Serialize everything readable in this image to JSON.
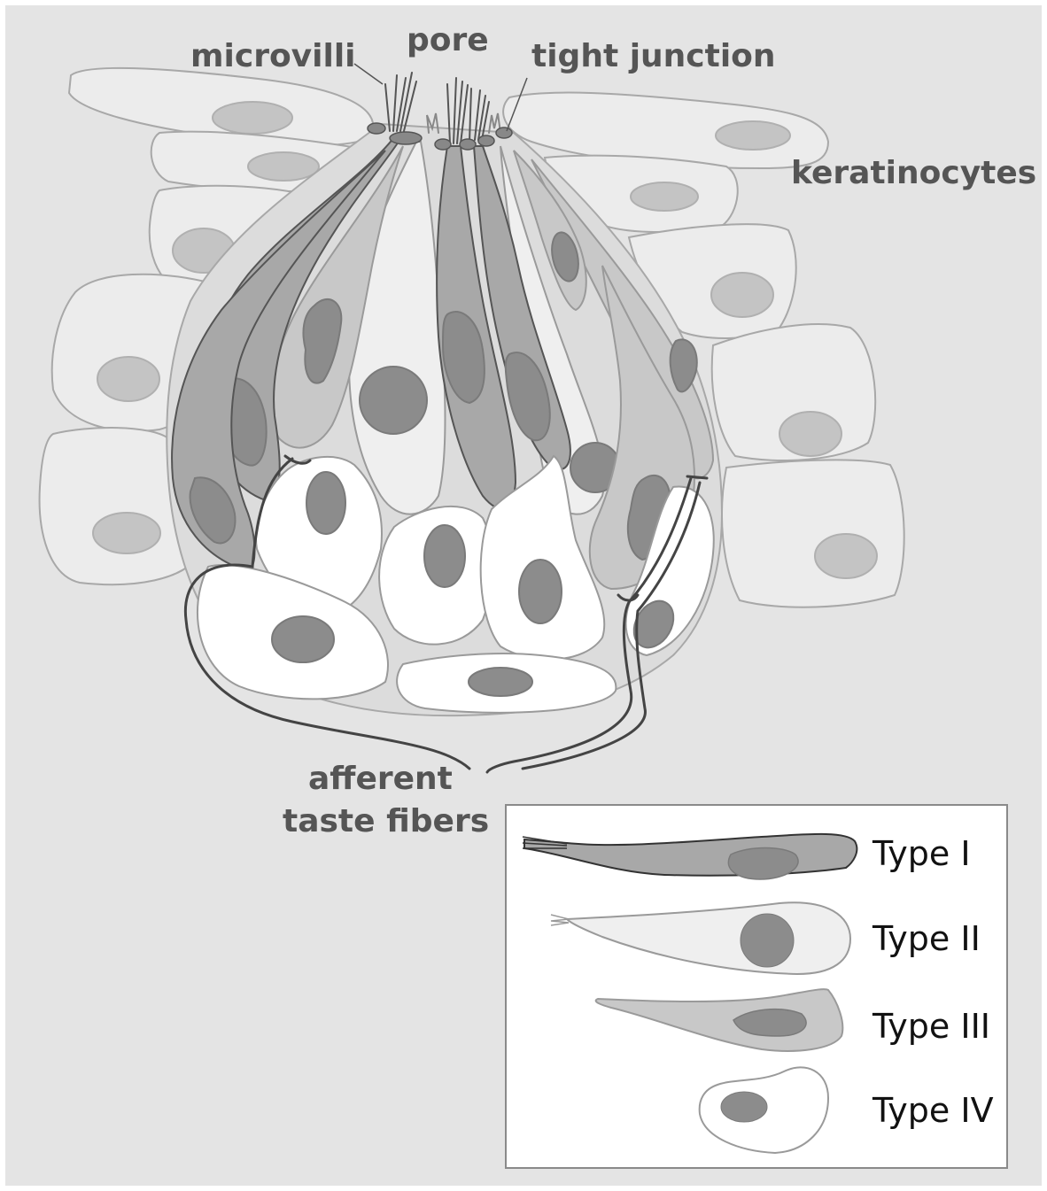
{
  "labels": {
    "pore": "pore",
    "microvilli": "microvilli",
    "tight_junction": "tight junction",
    "keratinocytes": "keratinocytes",
    "afferent_line1": "afferent",
    "afferent_line2": "taste fibers"
  },
  "legend": {
    "items": [
      {
        "label": "Type I",
        "fill": "#a8a8a8"
      },
      {
        "label": "Type II",
        "fill": "#f0f0f0"
      },
      {
        "label": "Type III",
        "fill": "#c8c8c8"
      },
      {
        "label": "Type IV",
        "fill": "#ffffff"
      }
    ]
  },
  "colors": {
    "background": "#e4e4e4",
    "keratinocyte": "#ececec",
    "keratinocyte_nucleus": "#c4c4c4",
    "type1": "#a8a8a8",
    "type2": "#efefef",
    "type3": "#c8c8c8",
    "type4": "#ffffff",
    "nucleus_dark": "#8c8c8c",
    "label_text": "#555555",
    "nerve": "#444444"
  }
}
